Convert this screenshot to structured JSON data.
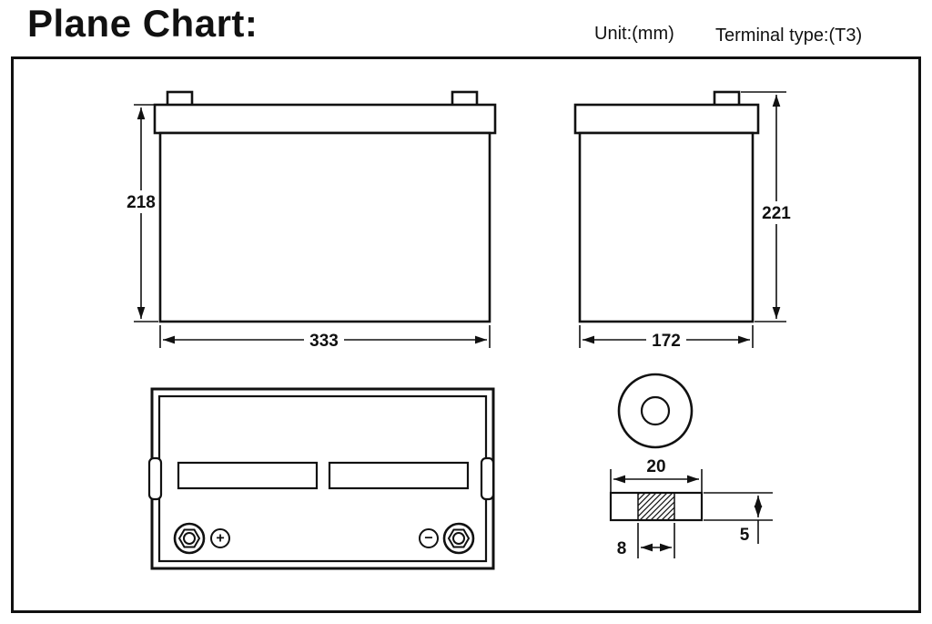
{
  "header": {
    "title": "Plane Chart:",
    "unit_label": "Unit:(mm)",
    "terminal_type_label": "Terminal type:(T3)"
  },
  "diagram": {
    "front_view": {
      "height": "218",
      "width": "333"
    },
    "side_view": {
      "height": "221",
      "width": "172"
    },
    "terminal_detail": {
      "width": "20",
      "bolt_width": "8",
      "thickness": "5"
    },
    "polarity": {
      "positive": "+",
      "negative": "−"
    }
  },
  "colors": {
    "line": "#111111",
    "background": "#ffffff"
  }
}
